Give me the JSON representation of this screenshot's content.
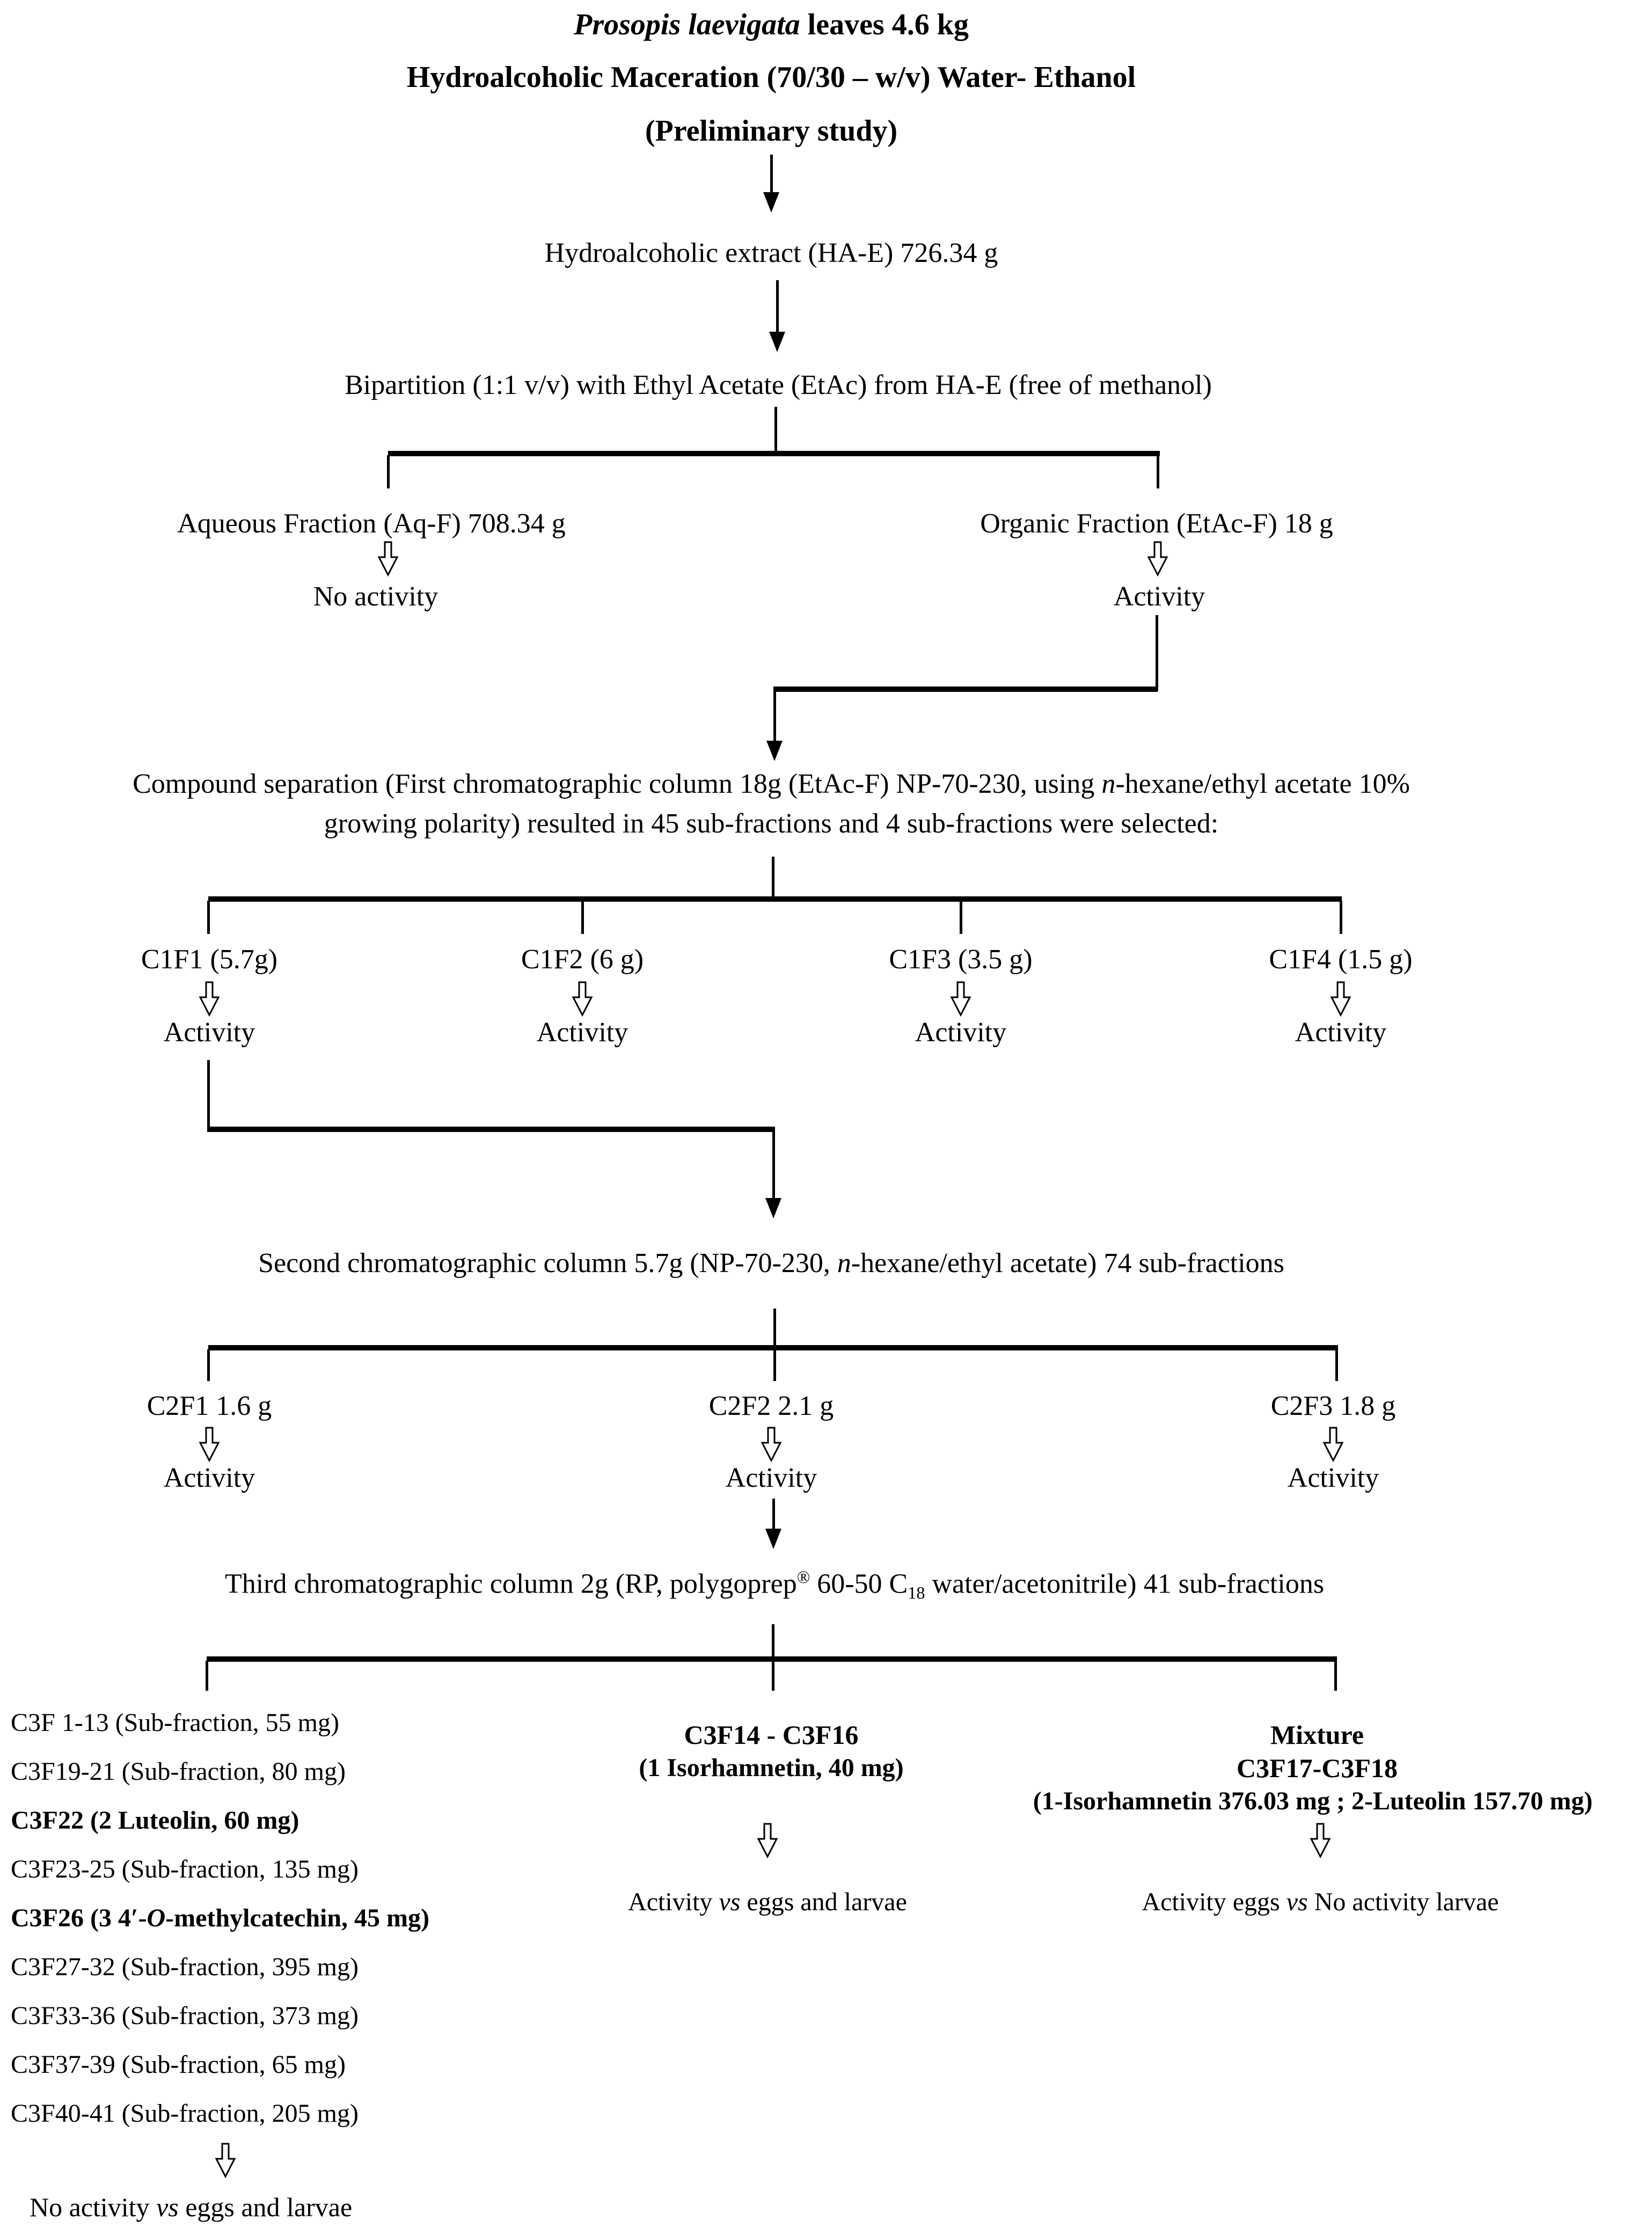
{
  "title": {
    "species_italic": "Prosopis laevigata",
    "line1_rest": " leaves 4.6 kg",
    "line2": "Hydroalcoholic Maceration (70/30 – w/v) Water- Ethanol",
    "line3": "(Preliminary study)"
  },
  "extract_label": "Hydroalcoholic extract (HA-E) 726.34 g",
  "bipartition_label": "Bipartition (1:1 v/v) with Ethyl Acetate (EtAc) from HA-E (free of methanol)",
  "fraction_split": {
    "aqueous_label": "Aqueous Fraction (Aq-F) 708.34 g",
    "aqueous_result": "No activity",
    "organic_label": "Organic Fraction (EtAc-F) 18 g",
    "organic_result": "Activity"
  },
  "column1": {
    "desc_pre": "Compound separation (First chromatographic column 18g (EtAc-F) NP-70-230, using ",
    "desc_italic": "n",
    "desc_post": "-hexane/ethyl acetate 10% growing polarity) resulted in 45 sub-fractions and 4 sub-fractions were selected:",
    "fractions": [
      {
        "label": "C1F1 (5.7g)",
        "result": "Activity"
      },
      {
        "label": "C1F2 (6 g)",
        "result": "Activity"
      },
      {
        "label": "C1F3 (3.5 g)",
        "result": "Activity"
      },
      {
        "label": "C1F4 (1.5 g)",
        "result": "Activity"
      }
    ]
  },
  "column2": {
    "desc_pre": "Second chromatographic column 5.7g (NP-70-230, ",
    "desc_italic": "n",
    "desc_post": "-hexane/ethyl acetate) 74 sub-fractions",
    "fractions": [
      {
        "label": "C2F1 1.6 g",
        "result": "Activity"
      },
      {
        "label": "C2F2 2.1 g",
        "result": "Activity"
      },
      {
        "label": "C2F3 1.8 g",
        "result": "Activity"
      }
    ]
  },
  "column3": {
    "desc_pre": "Third chromatographic column 2g (RP, polygoprep",
    "desc_sup": "®",
    "desc_mid": " 60-50 C",
    "desc_sub": "18",
    "desc_post": " water/acetonitrile) 41 sub-fractions",
    "left_list": [
      {
        "pre": "C3F 1-13 (Sub-fraction, 55 mg)",
        "it": "",
        "post": ""
      },
      {
        "pre": "C3F19-21 (Sub-fraction, 80 mg)",
        "it": "",
        "post": ""
      },
      {
        "pre": "C3F22 (2 Luteolin, 60 mg)",
        "it": "",
        "post": ""
      },
      {
        "pre": "C3F23-25 (Sub-fraction, 135 mg)",
        "it": "",
        "post": ""
      },
      {
        "pre": "C3F26 (3 4′-",
        "it": "O",
        "post": "-methylcatechin, 45 mg)"
      },
      {
        "pre": "C3F27-32 (Sub-fraction, 395 mg)",
        "it": "",
        "post": ""
      },
      {
        "pre": "C3F33-36 (Sub-fraction, 373 mg)",
        "it": "",
        "post": ""
      },
      {
        "pre": "C3F37-39 (Sub-fraction, 65 mg)",
        "it": "",
        "post": ""
      },
      {
        "pre": "C3F40-41 (Sub-fraction, 205 mg)",
        "it": "",
        "post": ""
      }
    ],
    "left_result": {
      "pre": "No activity ",
      "it": "vs",
      "post": " eggs and larvae"
    },
    "middle": {
      "line1": "C3F14 - C3F16",
      "line2": "(1 Isorhamnetin, 40 mg)",
      "result": {
        "pre": "Activity ",
        "it": "vs",
        "post": " eggs and larvae"
      }
    },
    "right": {
      "line1": "Mixture",
      "line2": "C3F17-C3F18",
      "line3": "(1-Isorhamnetin 376.03 mg ; 2-Luteolin 157.70 mg)",
      "result": {
        "pre": "Activity  eggs ",
        "it": "vs",
        "post": " No activity larvae"
      }
    }
  }
}
